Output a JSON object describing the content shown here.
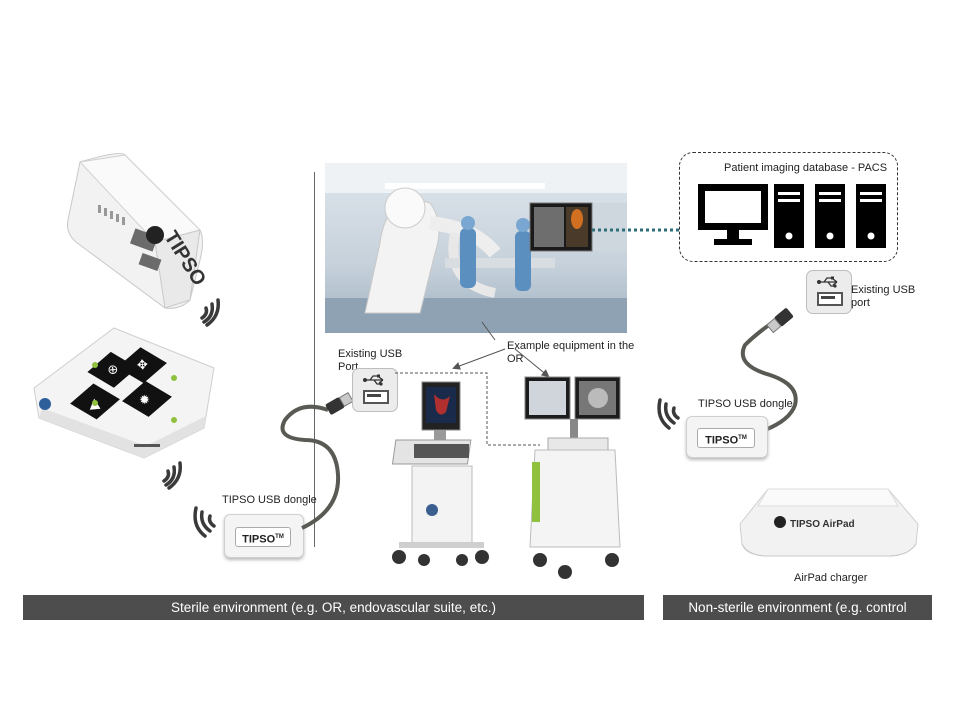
{
  "labels": {
    "pacs_title": "Patient imaging database - PACS",
    "usb_port_left": "Existing USB Port",
    "usb_port_right": "Existing USB port",
    "example_equipment": "Example equipment in the OR",
    "dongle_right": "TIPSO USB dongle",
    "dongle_left": "TIPSO USB dongle",
    "charger": "AirPad charger"
  },
  "brand": {
    "tipso_logo": "TIPSO",
    "tipso_tm": "TM",
    "airpad_logo": "TIPSO AirPad"
  },
  "footer": {
    "sterile": "Sterile environment  (e.g. OR, endovascular suite, etc.)",
    "nonsterile": "Non-sterile environment  (e.g. control"
  },
  "colors": {
    "bar": "#4d4d4d",
    "cable": "#5a5a55",
    "dotted_link": "#2e6e78",
    "device_green": "#8fc13e",
    "monitor": "#000000"
  },
  "icons": [
    "usb-icon",
    "wireless-signal-icon",
    "monitor-icon",
    "server-tower-icon"
  ]
}
